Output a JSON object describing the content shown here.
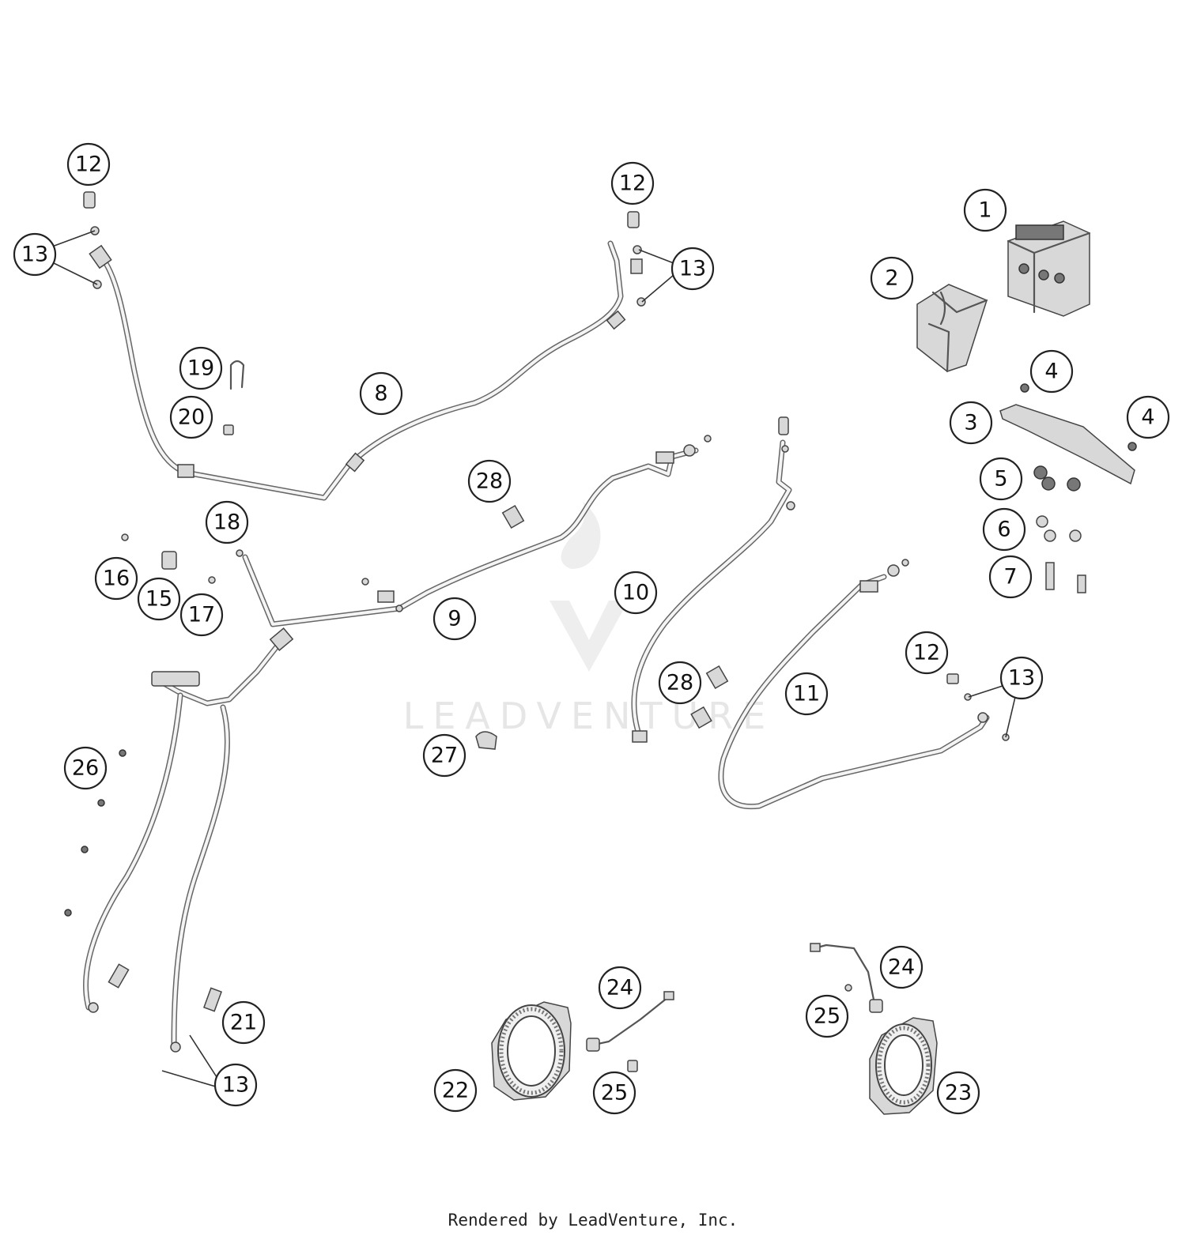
{
  "diagram": {
    "watermark_text": "LEADVENTURE",
    "callouts": [
      "12",
      "13",
      "12",
      "13",
      "1",
      "2",
      "19",
      "20",
      "8",
      "4",
      "3",
      "4",
      "5",
      "28",
      "6",
      "18",
      "16",
      "15",
      "17",
      "9",
      "10",
      "7",
      "12",
      "13",
      "28",
      "11",
      "26",
      "27",
      "24",
      "21",
      "24",
      "25",
      "13",
      "22",
      "25",
      "23"
    ]
  },
  "footer": {
    "text": "Rendered by LeadVenture, Inc."
  }
}
